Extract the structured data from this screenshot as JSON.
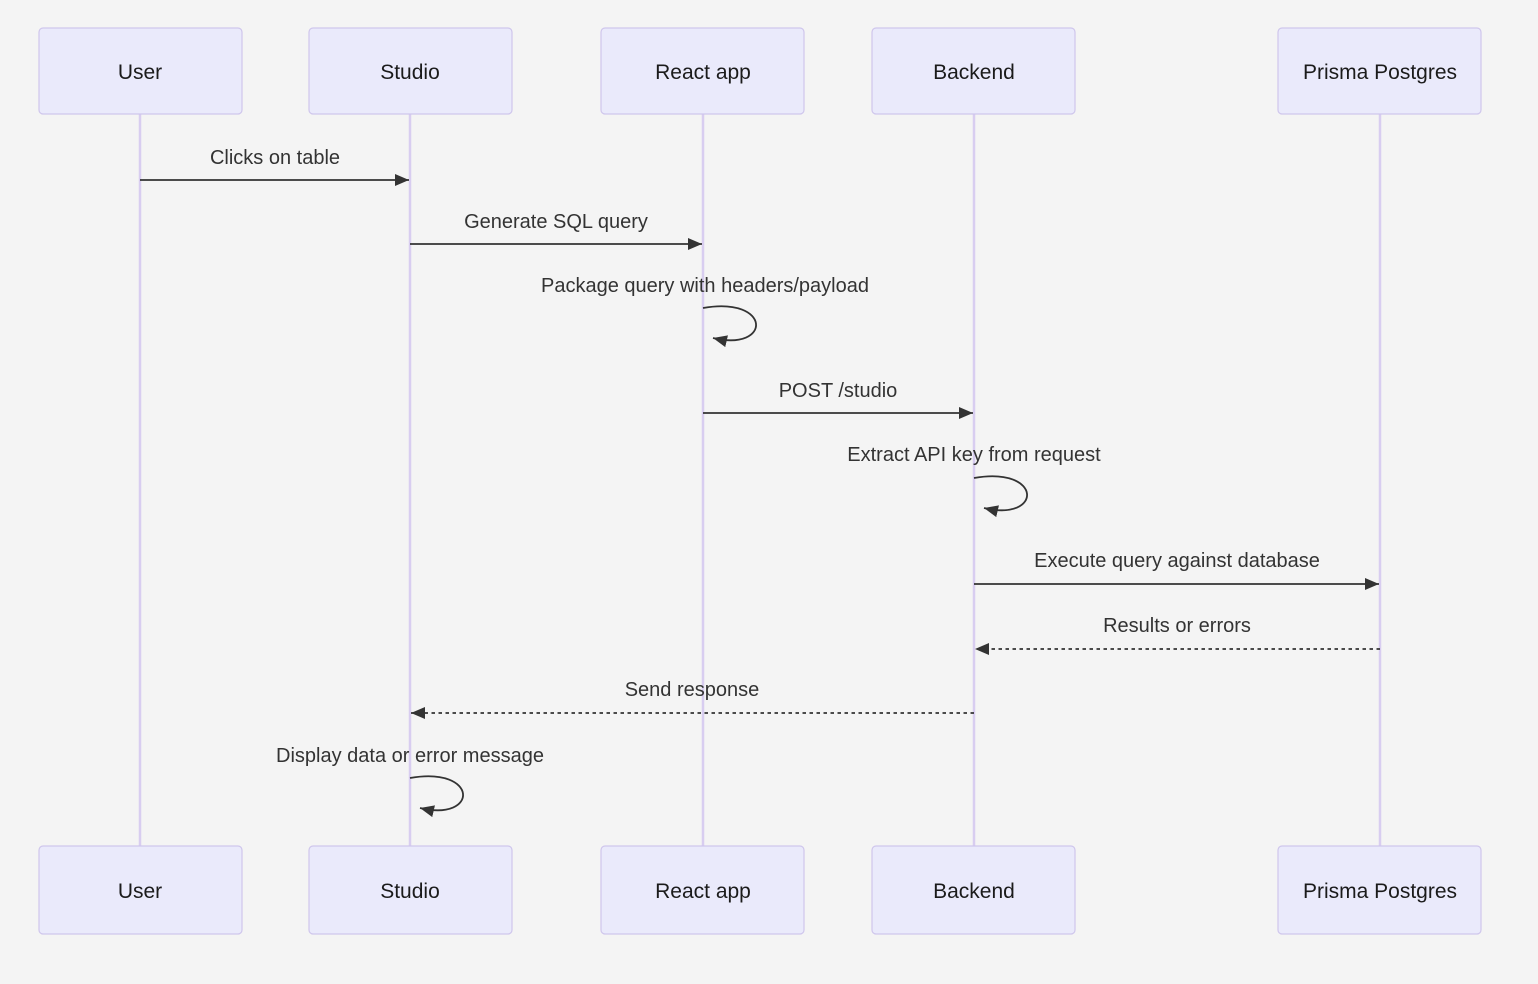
{
  "diagram": {
    "type": "sequence-diagram",
    "background_color": "#f4f4f4",
    "colors": {
      "actor_fill": "#eaeafb",
      "actor_border": "#cfc6ec",
      "lifeline": "#d8cdf0",
      "arrow": "#333333",
      "text": "#333333"
    },
    "actors": [
      {
        "name": "User"
      },
      {
        "name": "Studio"
      },
      {
        "name": "React app"
      },
      {
        "name": "Backend"
      },
      {
        "name": "Prisma Postgres"
      }
    ],
    "messages": [
      {
        "from": "User",
        "to": "Studio",
        "label": "Clicks on table",
        "style": "solid"
      },
      {
        "from": "Studio",
        "to": "React app",
        "label": "Generate SQL query",
        "style": "solid"
      },
      {
        "from": "React app",
        "to": "React app",
        "label": "Package query with headers/payload",
        "style": "self-loop"
      },
      {
        "from": "React app",
        "to": "Backend",
        "label": "POST /studio",
        "style": "solid"
      },
      {
        "from": "Backend",
        "to": "Backend",
        "label": "Extract API key from request",
        "style": "self-loop"
      },
      {
        "from": "Backend",
        "to": "Prisma Postgres",
        "label": "Execute query against database",
        "style": "solid"
      },
      {
        "from": "Prisma Postgres",
        "to": "Backend",
        "label": "Results or errors",
        "style": "dashed"
      },
      {
        "from": "Backend",
        "to": "Studio",
        "label": "Send response",
        "style": "dashed"
      },
      {
        "from": "Studio",
        "to": "Studio",
        "label": "Display data or error message",
        "style": "self-loop"
      }
    ]
  }
}
